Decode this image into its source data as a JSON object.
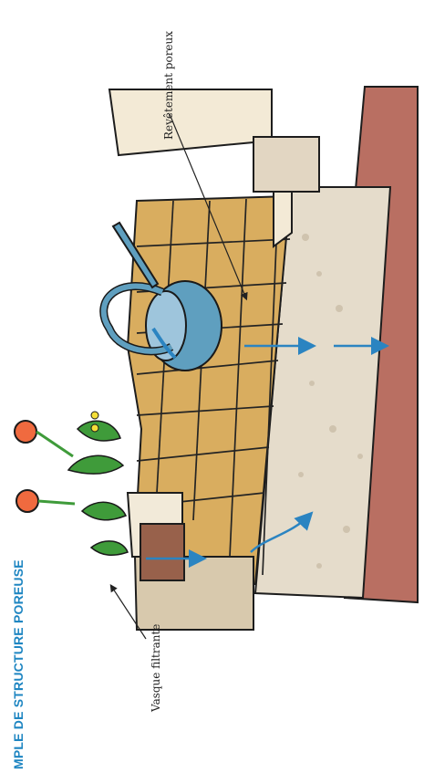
{
  "title": "MPLE DE STRUCTURE POREUSE",
  "labels": {
    "porous_surface": "Revêtement poreux",
    "filter_basin": "Vasque filtrante"
  },
  "colors": {
    "title": "#1f86c2",
    "soil": "#b96f62",
    "gravel": "#e5dccb",
    "tiles": "#d9ad5f",
    "curb": "#f3ead6",
    "water_arrows": "#2b84c1",
    "watering_can": "#5f9fbf",
    "tulip": "#f06a3f",
    "leaves": "#3f9b3a"
  },
  "icons": [
    "watering-can-icon",
    "tulip-icon",
    "water-flow-arrow-icon"
  ]
}
